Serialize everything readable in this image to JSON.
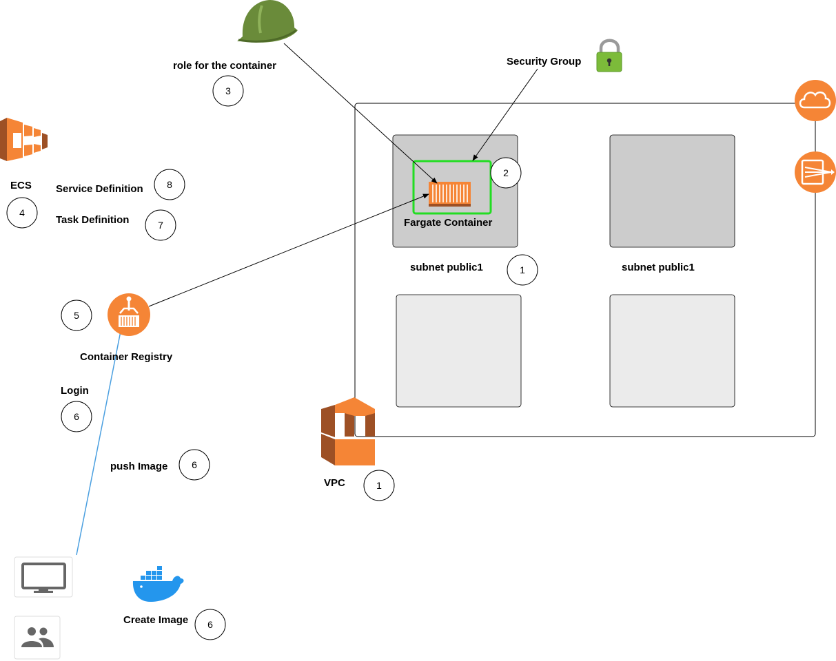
{
  "labels": {
    "role": "role for the container",
    "security_group": "Security Group",
    "ecs": "ECS",
    "service_definition": "Service Definition",
    "task_definition": "Task Definition",
    "fargate_container": "Fargate Container",
    "subnet_top_left": "subnet public1",
    "subnet_top_right": "subnet public1",
    "container_registry": "Container Registry",
    "login": "Login",
    "push_image": "push Image",
    "vpc": "VPC",
    "create_image": "Create Image"
  },
  "steps": {
    "role": "3",
    "security_group": "2",
    "ecs": "4",
    "service_definition": "8",
    "task_definition": "7",
    "subnet": "1",
    "registry": "5",
    "login": "6",
    "push_image": "6",
    "vpc": "1",
    "create_image": "6"
  },
  "icons": {
    "role": "hardhat-icon",
    "security_group": "lock-icon",
    "ecs": "ecs-icon",
    "fargate_container": "container-icon",
    "registry": "container-registry-icon",
    "internet_gateway": "cloud-icon",
    "load_balancer": "load-balancer-icon",
    "vpc": "vpc-icon",
    "docker": "docker-whale-icon",
    "client": "monitor-icon",
    "users": "users-icon"
  },
  "colors": {
    "aws_orange": "#F58536",
    "aws_orange_dark": "#9D5025",
    "hardhat_green": "#6A8B3A",
    "security_group_border": "#22DD22",
    "push_arrow": "#4A9FE0",
    "subnet_active_fill": "#CCCCCC",
    "subnet_inactive_fill": "#EBEBEB",
    "docker_blue": "#2496ED"
  }
}
